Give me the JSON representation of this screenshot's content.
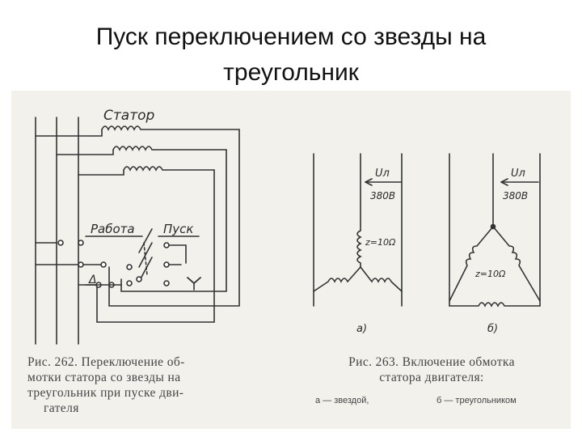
{
  "slide": {
    "title_line1": "Пуск переключением со звезды на",
    "title_line2": "треугольник"
  },
  "figure262": {
    "label_stator": "Статор",
    "label_work": "Работа",
    "label_start": "Пуск",
    "label_delta": "Δ",
    "caption_line1": "Рис. 262. Переключение об-",
    "caption_line2": "мотки статора со звезды на",
    "caption_line3": "треугольник при пуске дви-",
    "caption_line4": "гателя"
  },
  "figure263": {
    "voltage_symbol_a": "Uл",
    "voltage_value_a": "380В",
    "impedance_a": "z=10Ω",
    "panel_label_a": "а)",
    "voltage_symbol_b": "Uл",
    "voltage_value_b": "380В",
    "impedance_b": "z=10Ω",
    "panel_label_b": "б)",
    "caption_line1": "Рис. 263. Включение обмотка",
    "caption_line2": "статора двигателя:",
    "legend_a": "а — звездой,",
    "legend_b": "б — треугольником"
  }
}
